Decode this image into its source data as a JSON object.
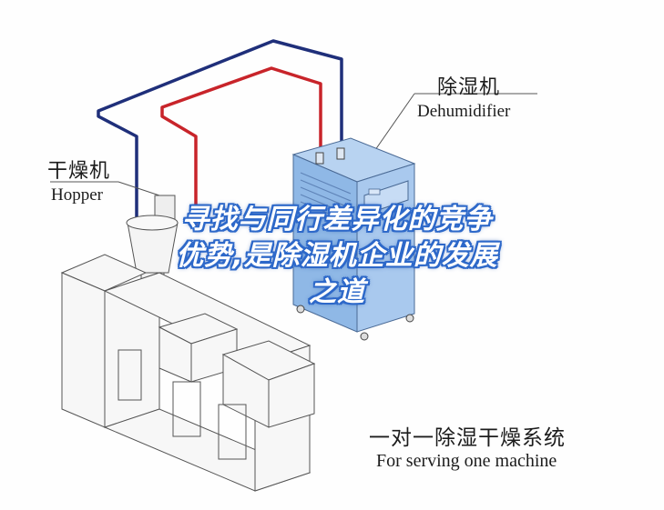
{
  "labels": {
    "dehumidifier_zh": "除湿机",
    "dehumidifier_en": "Dehumidifier",
    "hopper_zh": "干燥机",
    "hopper_en": "Hopper",
    "system_zh": "一对一除湿干燥系统",
    "system_en": "For serving one machine"
  },
  "overlay": {
    "line1": "寻找与同行差异化的竞争",
    "line2": "优势,是除湿机企业的发展",
    "line3": "之道"
  },
  "colors": {
    "pipe_blue": "#1f2f7a",
    "pipe_red": "#c8242a",
    "cabinet_blue": "#8fb8e6",
    "overlay_outline": "#2d68c9"
  }
}
